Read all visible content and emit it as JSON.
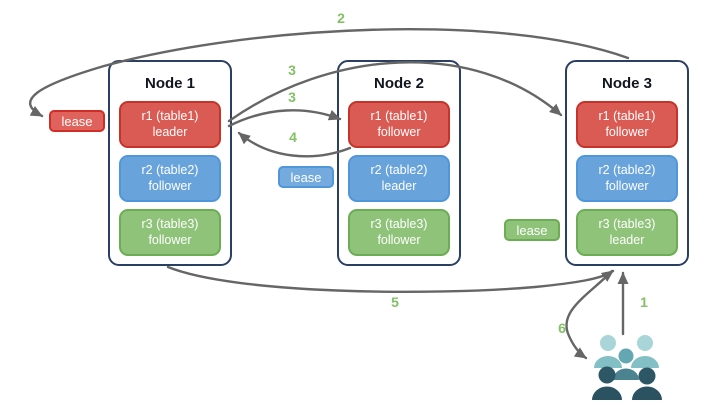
{
  "colors": {
    "arrow": "#666666",
    "step_label": "#82c166",
    "node_border": "#2b3f63",
    "replica_red_fill": "#d95b53",
    "replica_red_border": "#c4342a",
    "replica_blue_fill": "#68a3db",
    "replica_blue_border": "#4f97da",
    "replica_green_fill": "#8ec379",
    "replica_green_border": "#6bad55",
    "people_light_head": "#a9d5d9",
    "people_light_body": "#83c0c6",
    "people_medium_head": "#63a7b2",
    "people_medium_body": "#4b8490",
    "people_dark": "#2e5766"
  },
  "icons": {
    "clients": "people-group-icon"
  },
  "nodes": [
    {
      "title": "Node 1",
      "replicas": [
        {
          "name": "r1 (table1)",
          "role": "leader",
          "color": "red"
        },
        {
          "name": "r2 (table2)",
          "role": "follower",
          "color": "blue"
        },
        {
          "name": "r3 (table3)",
          "role": "follower",
          "color": "green"
        }
      ]
    },
    {
      "title": "Node 2",
      "replicas": [
        {
          "name": "r1 (table1)",
          "role": "follower",
          "color": "red"
        },
        {
          "name": "r2 (table2)",
          "role": "leader",
          "color": "blue"
        },
        {
          "name": "r3 (table3)",
          "role": "follower",
          "color": "green"
        }
      ]
    },
    {
      "title": "Node 3",
      "replicas": [
        {
          "name": "r1 (table1)",
          "role": "follower",
          "color": "red"
        },
        {
          "name": "r2 (table2)",
          "role": "follower",
          "color": "blue"
        },
        {
          "name": "r3 (table3)",
          "role": "leader",
          "color": "green"
        }
      ]
    }
  ],
  "leases": {
    "red": {
      "label": "lease"
    },
    "blue": {
      "label": "lease"
    },
    "green": {
      "label": "lease"
    }
  },
  "steps": {
    "s1": "1",
    "s2": "2",
    "s3a": "3",
    "s3b": "3",
    "s4": "4",
    "s5": "5",
    "s6": "6"
  }
}
